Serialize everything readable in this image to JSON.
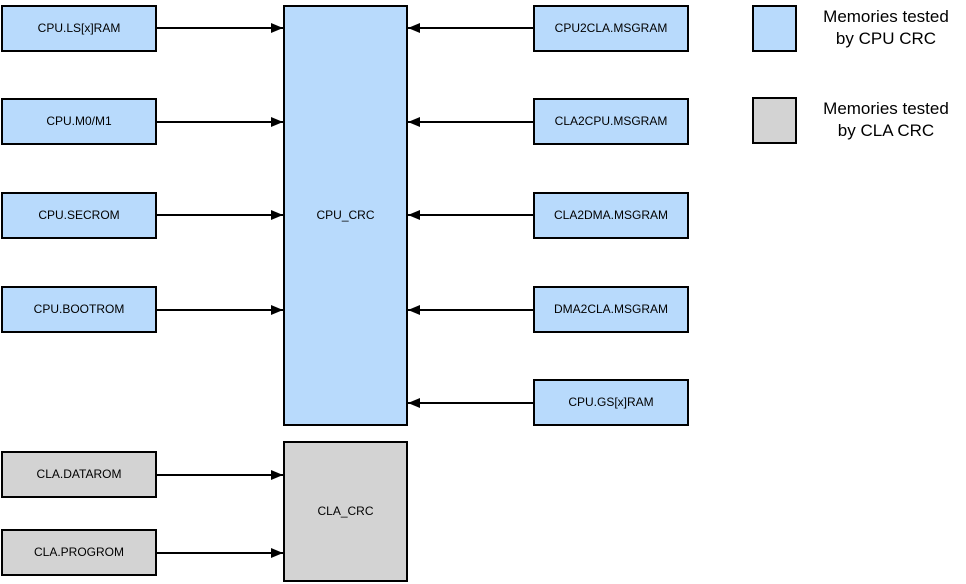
{
  "diagram": {
    "title_hint": "Memory CRC test coverage diagram",
    "colors": {
      "cpu_fill": "#B8DAFC",
      "cla_fill": "#D3D3D3",
      "border": "#000000",
      "arrow": "#000000",
      "background": "#FFFFFF"
    },
    "nodes": {
      "cpu_crc": {
        "label": "CPU_CRC"
      },
      "cla_crc": {
        "label": "CLA_CRC"
      },
      "cpu_left": [
        {
          "label": "CPU.LS[x]RAM"
        },
        {
          "label": "CPU.M0/M1"
        },
        {
          "label": "CPU.SECROM"
        },
        {
          "label": "CPU.BOOTROM"
        }
      ],
      "cpu_right": [
        {
          "label": "CPU2CLA.MSGRAM"
        },
        {
          "label": "CLA2CPU.MSGRAM"
        },
        {
          "label": "CLA2DMA.MSGRAM"
        },
        {
          "label": "DMA2CLA.MSGRAM"
        },
        {
          "label": "CPU.GS[x]RAM"
        }
      ],
      "cla_left": [
        {
          "label": "CLA.DATAROM"
        },
        {
          "label": "CLA.PROGROM"
        }
      ]
    },
    "edges": [
      {
        "from": "CPU.LS[x]RAM",
        "to": "CPU_CRC"
      },
      {
        "from": "CPU.M0/M1",
        "to": "CPU_CRC"
      },
      {
        "from": "CPU.SECROM",
        "to": "CPU_CRC"
      },
      {
        "from": "CPU.BOOTROM",
        "to": "CPU_CRC"
      },
      {
        "from": "CPU2CLA.MSGRAM",
        "to": "CPU_CRC"
      },
      {
        "from": "CLA2CPU.MSGRAM",
        "to": "CPU_CRC"
      },
      {
        "from": "CLA2DMA.MSGRAM",
        "to": "CPU_CRC"
      },
      {
        "from": "DMA2CLA.MSGRAM",
        "to": "CPU_CRC"
      },
      {
        "from": "CPU.GS[x]RAM",
        "to": "CPU_CRC"
      },
      {
        "from": "CLA.DATAROM",
        "to": "CLA_CRC"
      },
      {
        "from": "CLA.PROGROM",
        "to": "CLA_CRC"
      }
    ],
    "legend": [
      {
        "label": "Memories tested\nby CPU CRC",
        "swatch_color": "#B8DAFC"
      },
      {
        "label": "Memories tested\nby CLA CRC",
        "swatch_color": "#D3D3D3"
      }
    ]
  }
}
